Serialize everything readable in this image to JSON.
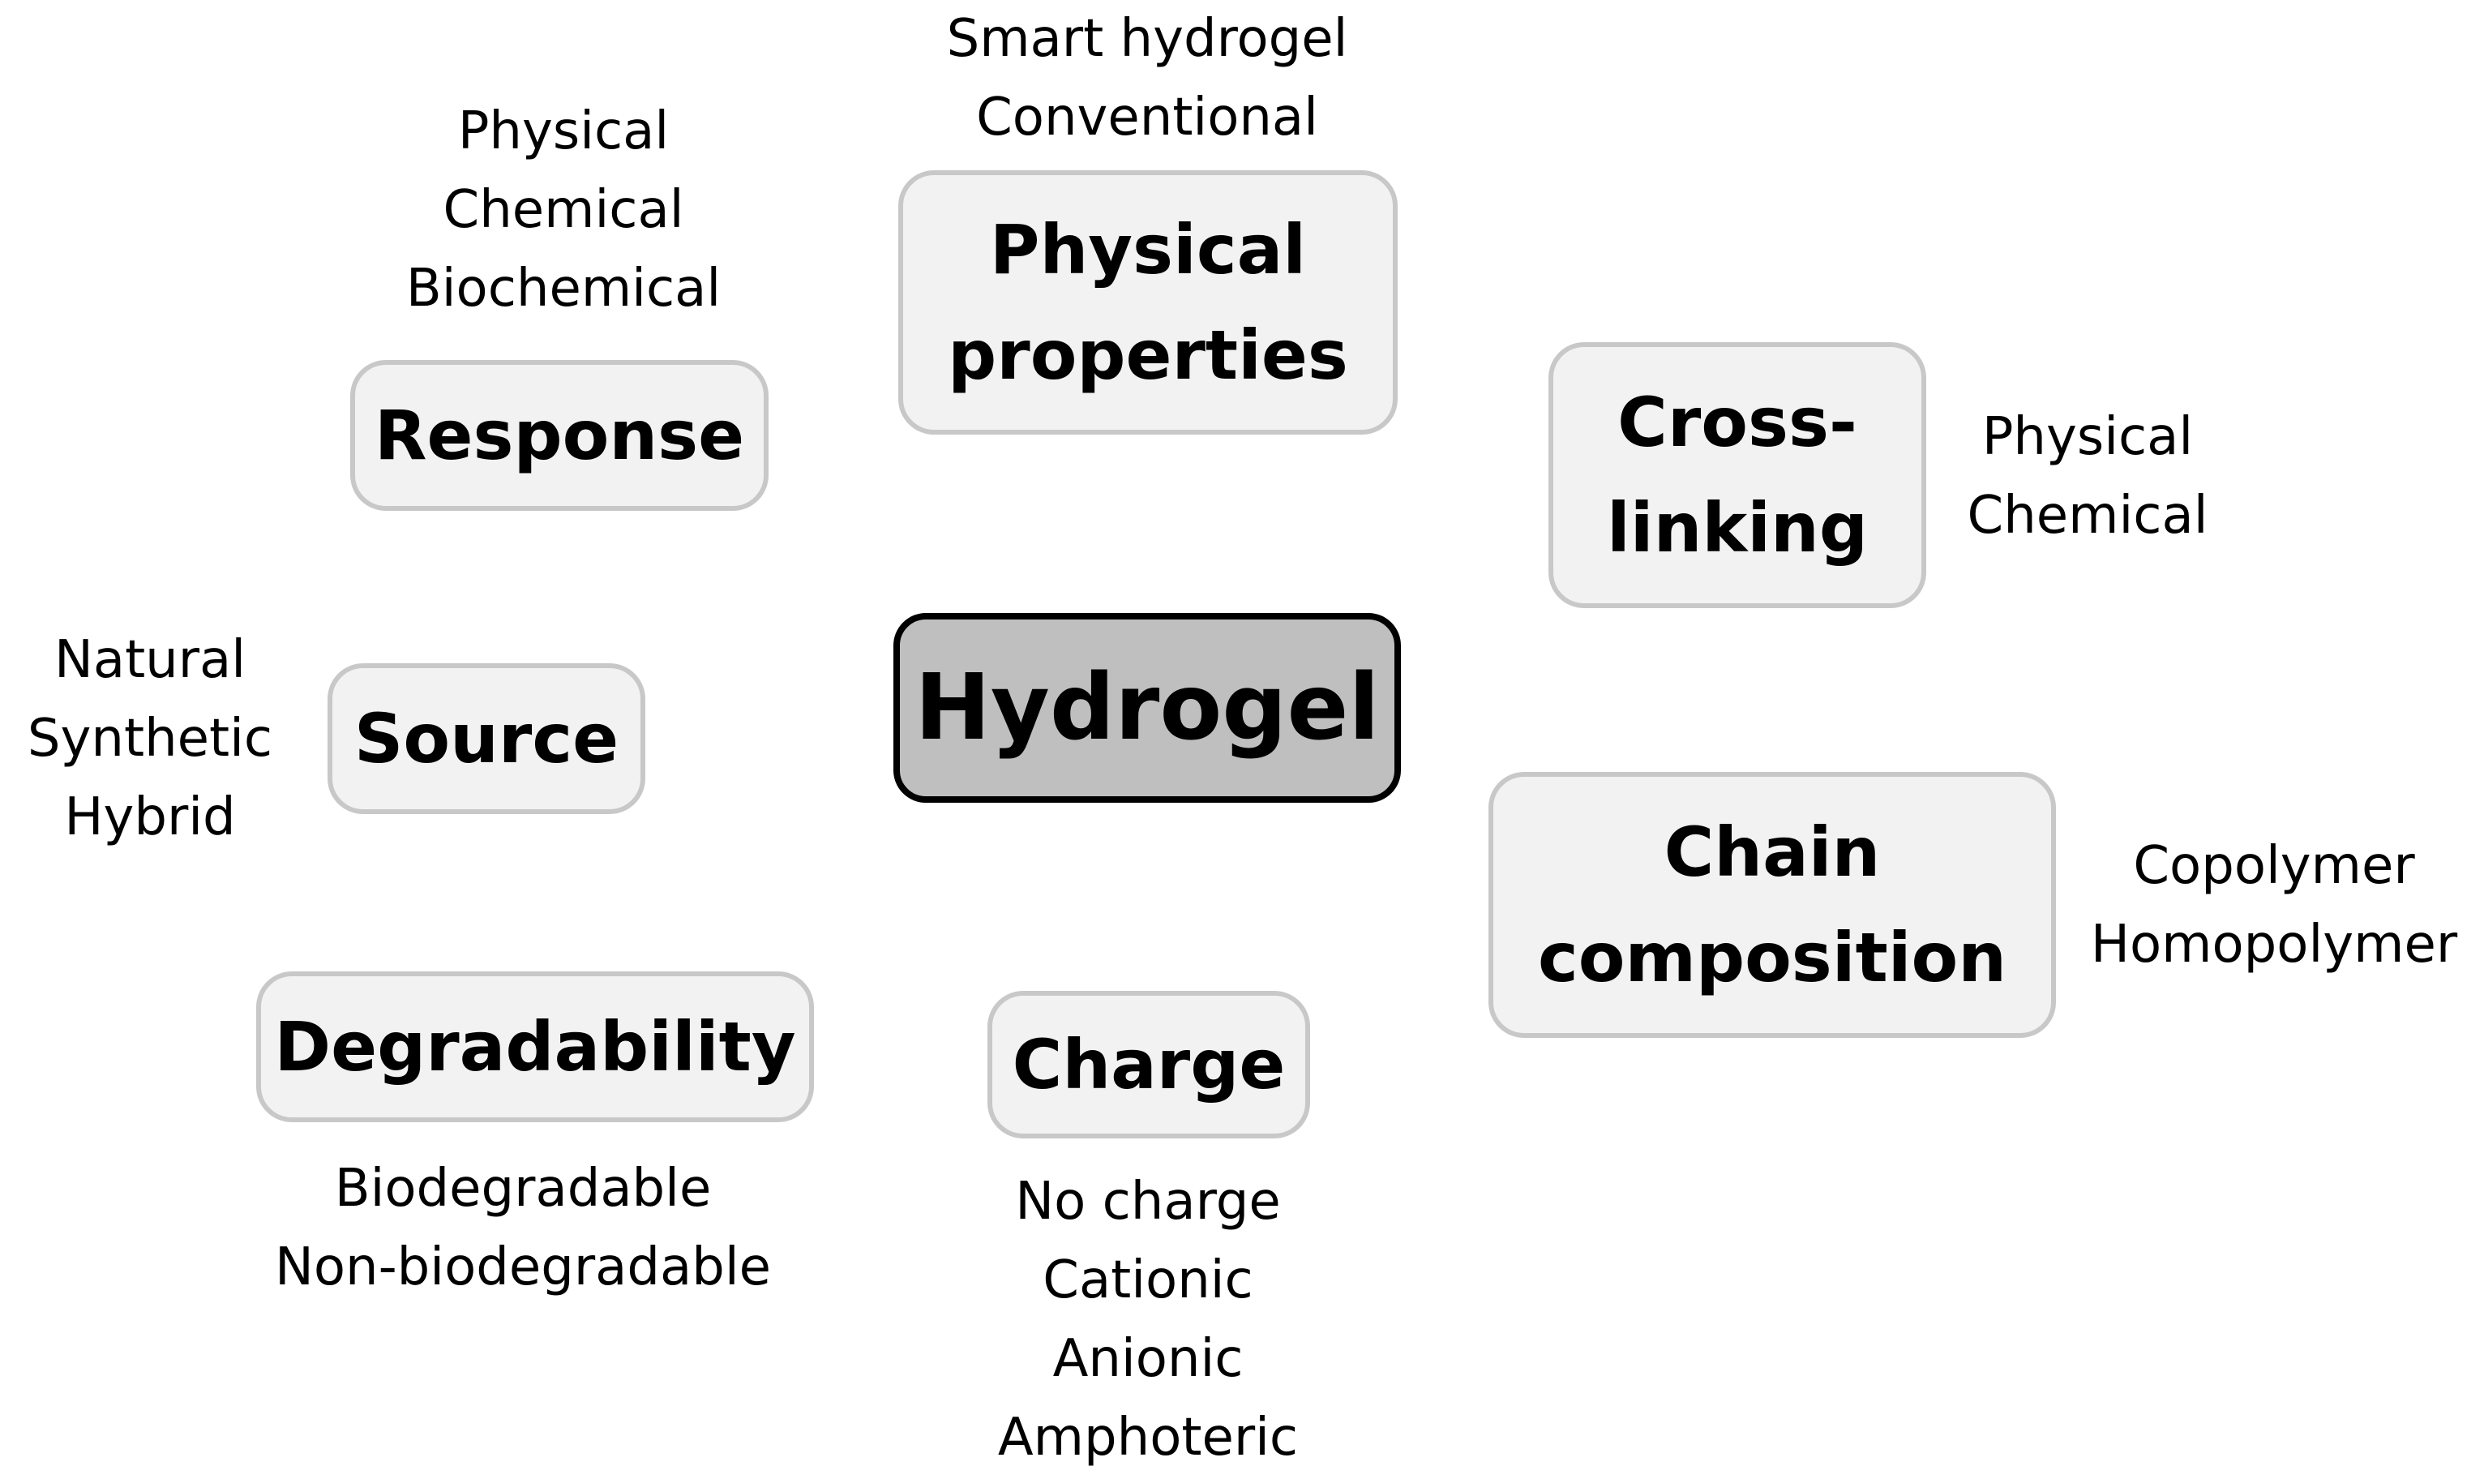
{
  "center": {
    "label": "Hydrogel"
  },
  "categories": {
    "physical_properties": {
      "label_lines": [
        "Physical",
        "properties"
      ],
      "options": [
        "Smart hydrogel",
        "Conventional"
      ]
    },
    "response": {
      "label": "Response",
      "options": [
        "Physical",
        "Chemical",
        "Biochemical"
      ]
    },
    "crosslinking": {
      "label_lines": [
        "Cross-",
        "linking"
      ],
      "options": [
        "Physical",
        "Chemical"
      ]
    },
    "source": {
      "label": "Source",
      "options": [
        "Natural",
        "Synthetic",
        "Hybrid"
      ]
    },
    "chain_composition": {
      "label_lines": [
        "Chain",
        "composition"
      ],
      "options": [
        "Copolymer",
        "Homopolymer"
      ]
    },
    "degradability": {
      "label": "Degradability",
      "options": [
        "Biodegradable",
        "Non-biodegradable"
      ]
    },
    "charge": {
      "label": "Charge",
      "options": [
        "No charge",
        "Cationic",
        "Anionic",
        "Amphoteric"
      ]
    }
  },
  "colors": {
    "center_fill": "#bfbfbf",
    "center_border": "#000000",
    "node_fill": "#f2f2f2",
    "node_border": "#c8c8c8",
    "text": "#000000"
  }
}
